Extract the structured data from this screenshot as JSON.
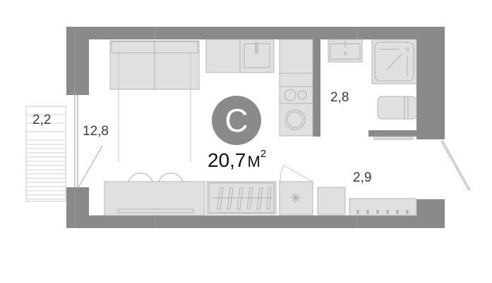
{
  "plan": {
    "apartment_type": "C",
    "total_area": "20,7",
    "unit": "М",
    "unit_power": "2",
    "rooms": [
      {
        "id": "balcony",
        "area": "2,2"
      },
      {
        "id": "living-room",
        "area": "12,8"
      },
      {
        "id": "bathroom",
        "area": "2,8"
      },
      {
        "id": "hallway",
        "area": "2,9"
      }
    ],
    "colors": {
      "wall": "#8a8a8a",
      "furniture": "#e0e0e0",
      "badge": "#8a8a8a",
      "badge_text": "#ffffff",
      "area_text": "#3a3a3a"
    }
  }
}
